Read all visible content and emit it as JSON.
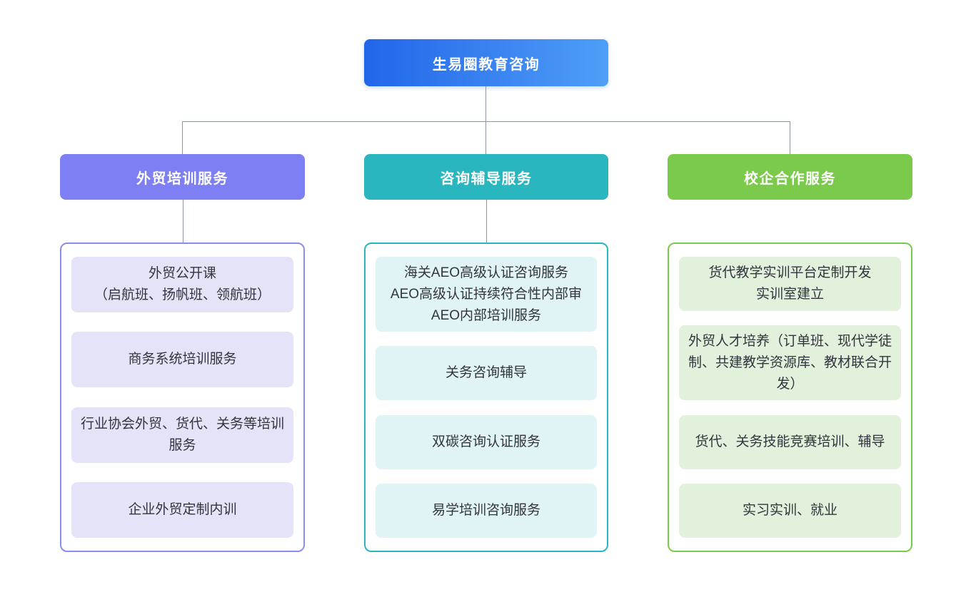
{
  "diagram": {
    "root": {
      "label": "生易圈教育咨询"
    },
    "palette": {
      "root_gradient_from": "#2166e9",
      "root_gradient_to": "#4f9ef7",
      "connector": "#8e959e",
      "node_text": "#ffffff",
      "item_text": "#32353c"
    },
    "columns": [
      {
        "label": "外贸培训服务",
        "accent": "#7d7ff2",
        "border": "#8a8cf3",
        "item_bg": "#e5e3f8",
        "items": [
          "外贸公开课\n（启航班、扬帆班、领航班）",
          "商务系统培训服务",
          "行业协会外贸、货代、关务等培训服务",
          "企业外贸定制内训"
        ]
      },
      {
        "label": "咨询辅导服务",
        "accent": "#2ab6bf",
        "border": "#2ab6bf",
        "item_bg": "#e0f3f5",
        "items": [
          "海关AEO高级认证咨询服务\nAEO高级认证持续符合性内部审\nAEO内部培训服务",
          "关务咨询辅导",
          "双碳咨询认证服务",
          "易学培训咨询服务"
        ]
      },
      {
        "label": "校企合作服务",
        "accent": "#7cca4c",
        "border": "#7cca4c",
        "item_bg": "#e1f1dc",
        "items": [
          "货代教学实训平台定制开发\n实训室建立",
          "外贸人才培养（订单班、现代学徒制、共建教学资源库、教材联合开发）",
          "货代、关务技能竞赛培训、辅导",
          "实习实训、就业"
        ]
      }
    ]
  }
}
